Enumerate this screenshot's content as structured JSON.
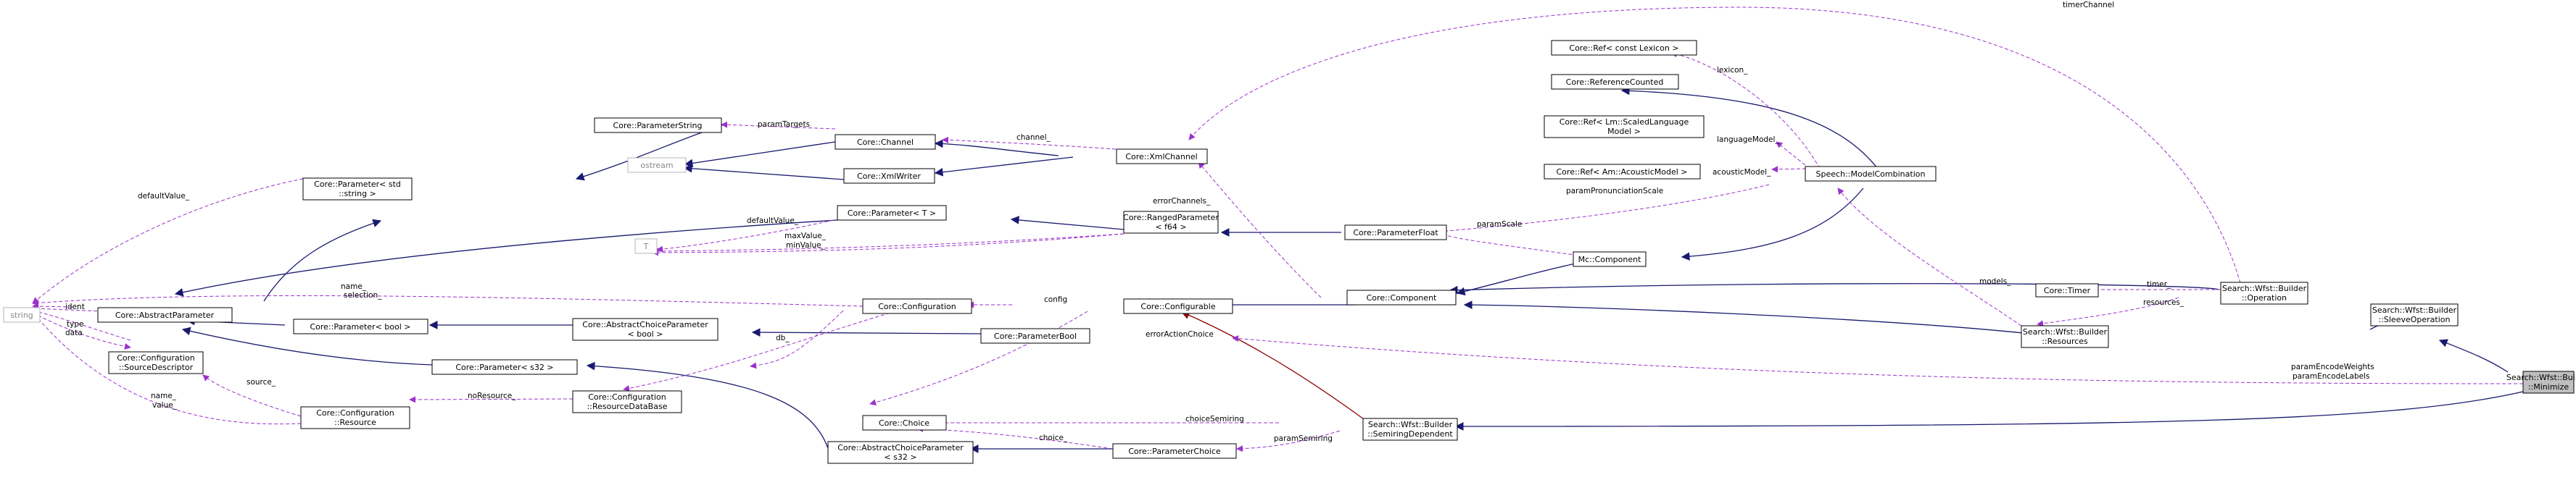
{
  "nodes": {
    "minimize": [
      "Search::Wfst::Builder",
      "::Minimize"
    ],
    "sleeve": [
      "Search::Wfst::Builder",
      "::SleeveOperation"
    ],
    "operation": [
      "Search::Wfst::Builder",
      "::Operation"
    ],
    "semiring_dependent": [
      "Search::Wfst::Builder",
      "::SemiringDependent"
    ],
    "resources": [
      "Search::Wfst::Builder",
      "::Resources"
    ],
    "timer": [
      "Core::Timer"
    ],
    "component": [
      "Core::Component"
    ],
    "configurable": [
      "Core::Configurable"
    ],
    "mc_component": [
      "Mc::Component"
    ],
    "model_combination": [
      "Speech::ModelCombination"
    ],
    "param_float": [
      "Core::ParameterFloat"
    ],
    "param_bool": [
      "Core::ParameterBool"
    ],
    "param_choice": [
      "Core::ParameterChoice"
    ],
    "choice": [
      "Core::Choice"
    ],
    "abstract_choice_s32": [
      "Core::AbstractChoiceParameter",
      "< s32 >"
    ],
    "abstract_choice_bool": [
      "Core::AbstractChoiceParameter",
      "< bool >"
    ],
    "configuration": [
      "Core::Configuration"
    ],
    "resource_database": [
      "Core::Configuration",
      "::ResourceDataBase"
    ],
    "config_resource": [
      "Core::Configuration",
      "::Resource"
    ],
    "source_descriptor": [
      "Core::Configuration",
      "::SourceDescriptor"
    ],
    "parameter_s32": [
      "Core::Parameter< s32 >"
    ],
    "parameter_bool": [
      "Core::Parameter< bool >"
    ],
    "abstract_parameter": [
      "Core::AbstractParameter"
    ],
    "string": [
      "string"
    ],
    "t": [
      "T"
    ],
    "parameter_t": [
      "Core::Parameter< T >"
    ],
    "ranged_parameter": [
      "Core::RangedParameter",
      "< f64 >"
    ],
    "xml_channel": [
      "Core::XmlChannel"
    ],
    "xml_writer": [
      "Core::XmlWriter"
    ],
    "channel": [
      "Core::Channel"
    ],
    "ostream": [
      "ostream"
    ],
    "parameter_string_std": [
      "Core::Parameter< std",
      "::string >"
    ],
    "parameter_string": [
      "Core::ParameterString"
    ],
    "ref_lexicon": [
      "Core::Ref< const Lexicon >"
    ],
    "reference_counted": [
      "Core::ReferenceCounted"
    ],
    "ref_lm": [
      "Core::Ref< Lm::ScaledLanguage",
      "Model >"
    ],
    "ref_am": [
      "Core::Ref< Am::AcousticModel >"
    ]
  },
  "edge_labels": {
    "timer_channel": "timerChannel",
    "lexicon": "lexicon_",
    "language_model": "languageModel_",
    "acoustic_model": "acousticModel_",
    "param_targets": "paramTargets",
    "channel": "channel_",
    "default_value": "defaultValue_",
    "default_value2": "defaultValue_",
    "error_channels": "errorChannels_",
    "param_pron_scale": "paramPronunciationScale",
    "param_scale": "paramScale",
    "max_value": "maxValue_",
    "min_value": "minValue_",
    "models": "models_",
    "name": "name_",
    "selection": "selection_",
    "ident": "ident",
    "type": "type",
    "data": "data",
    "config": "config",
    "timer": "timer_",
    "resources": "resources_",
    "db": "db_",
    "error_action_choice": "errorActionChoice",
    "source": "source_",
    "param_encode_weights": "paramEncodeWeights",
    "param_encode_labels": "paramEncodeLabels",
    "name2": "name_",
    "value": "value_",
    "no_resource": "noResource_",
    "choice_semiring": "choiceSemiring",
    "choice": "choice_",
    "param_semiring": "paramSemiring"
  }
}
